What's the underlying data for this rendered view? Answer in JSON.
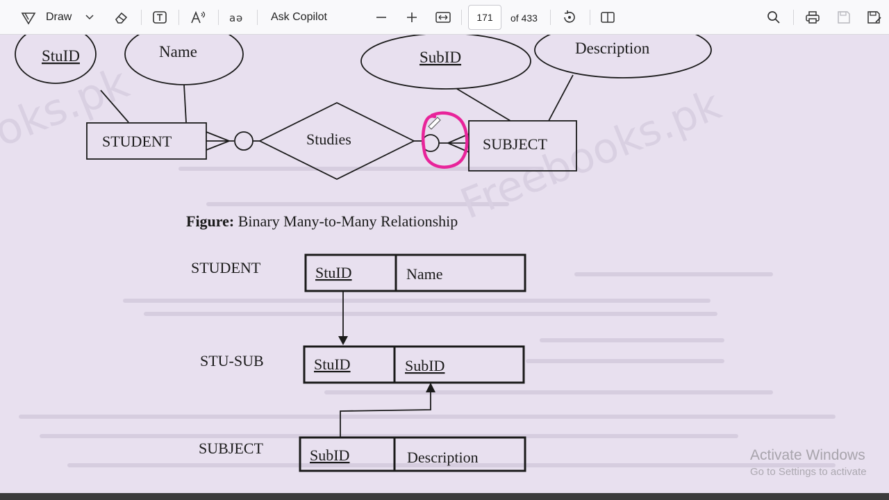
{
  "toolbar": {
    "draw_label": "Draw",
    "ask_copilot_label": "Ask Copilot",
    "page_number": "171",
    "page_total": "of 433"
  },
  "diagram": {
    "entity_student": "STUDENT",
    "entity_subject": "SUBJECT",
    "relationship": "Studies",
    "attr_stuid": "StuID",
    "attr_name": "Name",
    "attr_subid": "SubID",
    "attr_description": "Description",
    "watermark_left": "oks.pk",
    "watermark_right": "Freebooks.pk",
    "caption_bold": "Figure:",
    "caption_text": " Binary Many-to-Many Relationship"
  },
  "tables": [
    {
      "name": "STUDENT",
      "col1": "StuID",
      "col2": "Name"
    },
    {
      "name": "STU-SUB",
      "col1": "StuID",
      "col2": "SubID"
    },
    {
      "name": "SUBJECT",
      "col1": "SubID",
      "col2": "Description"
    }
  ],
  "activation": {
    "title": "Activate Windows",
    "subtitle": "Go to Settings to activate"
  },
  "colors": {
    "annotation": "#e8249a",
    "ink": "#1a1a1a"
  }
}
